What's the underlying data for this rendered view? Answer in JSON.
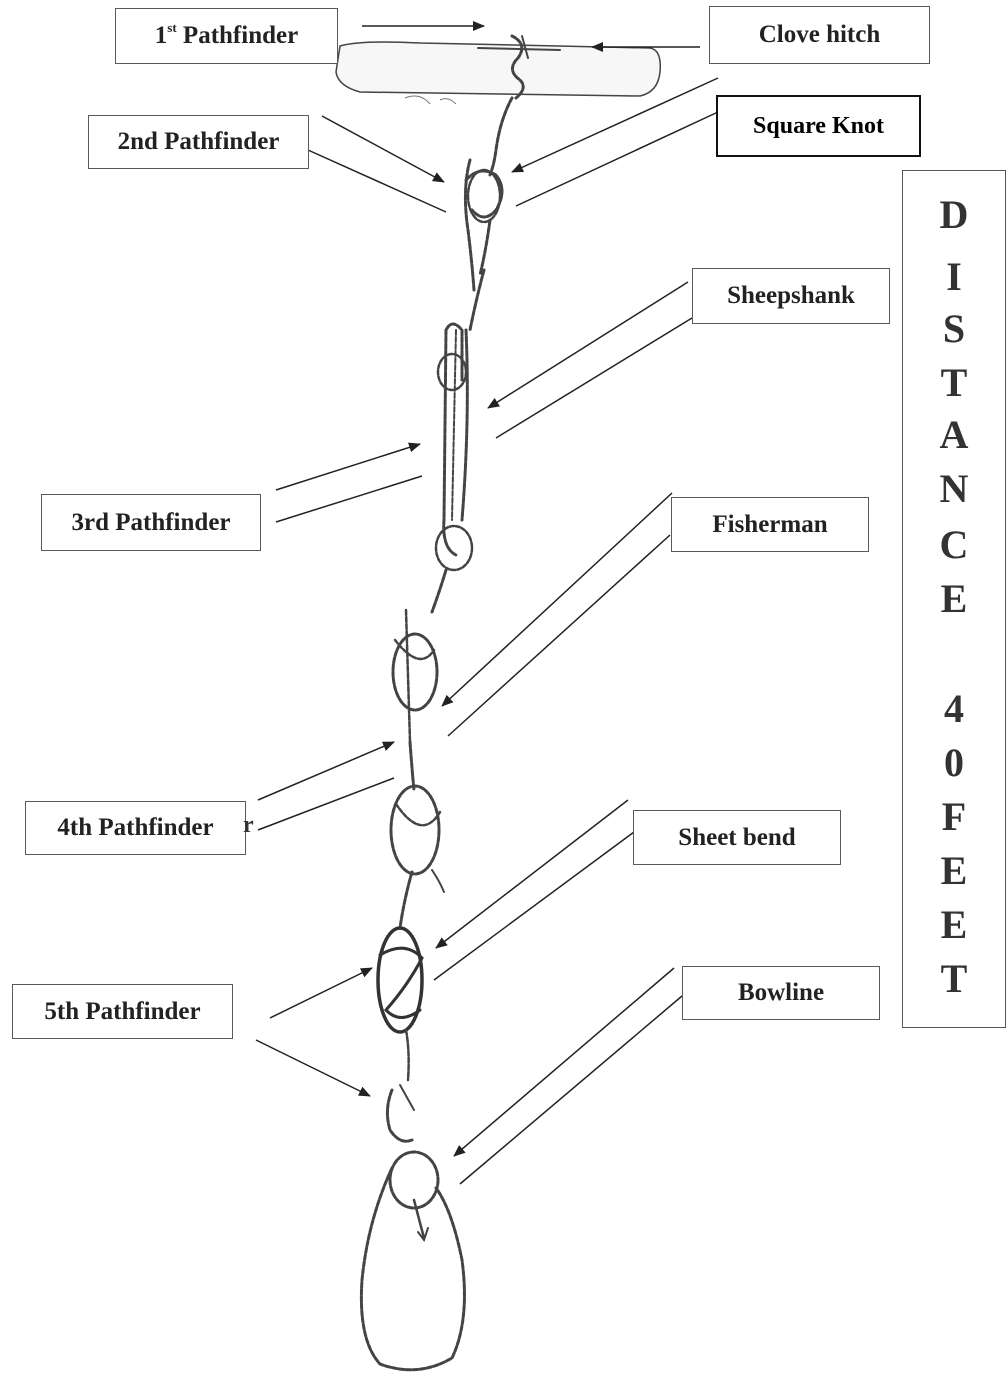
{
  "labels": {
    "pathfinder1": {
      "prefix": "1",
      "sup": "st",
      "suffix": " Pathfinder"
    },
    "clove_hitch": "Clove hitch",
    "pathfinder2": "2nd Pathfinder",
    "square_knot": "Square Knot",
    "sheepshank": "Sheepshank",
    "pathfinder3": "3rd Pathfinder",
    "fisherman": "Fisherman",
    "pathfinder4": "4th Pathfinder",
    "sheet_bend": "Sheet bend",
    "pathfinder5": "5th Pathfinder",
    "bowline": "Bowline"
  },
  "stray_char": "r",
  "distance_letters": [
    "D",
    "I",
    "S",
    "T",
    "A",
    "N",
    "C",
    "E",
    "",
    "4",
    "0",
    "F",
    "E",
    "E",
    "T"
  ],
  "colors": {
    "ink": "#222222",
    "rope": "#444444",
    "border": "#5a5a5a"
  }
}
